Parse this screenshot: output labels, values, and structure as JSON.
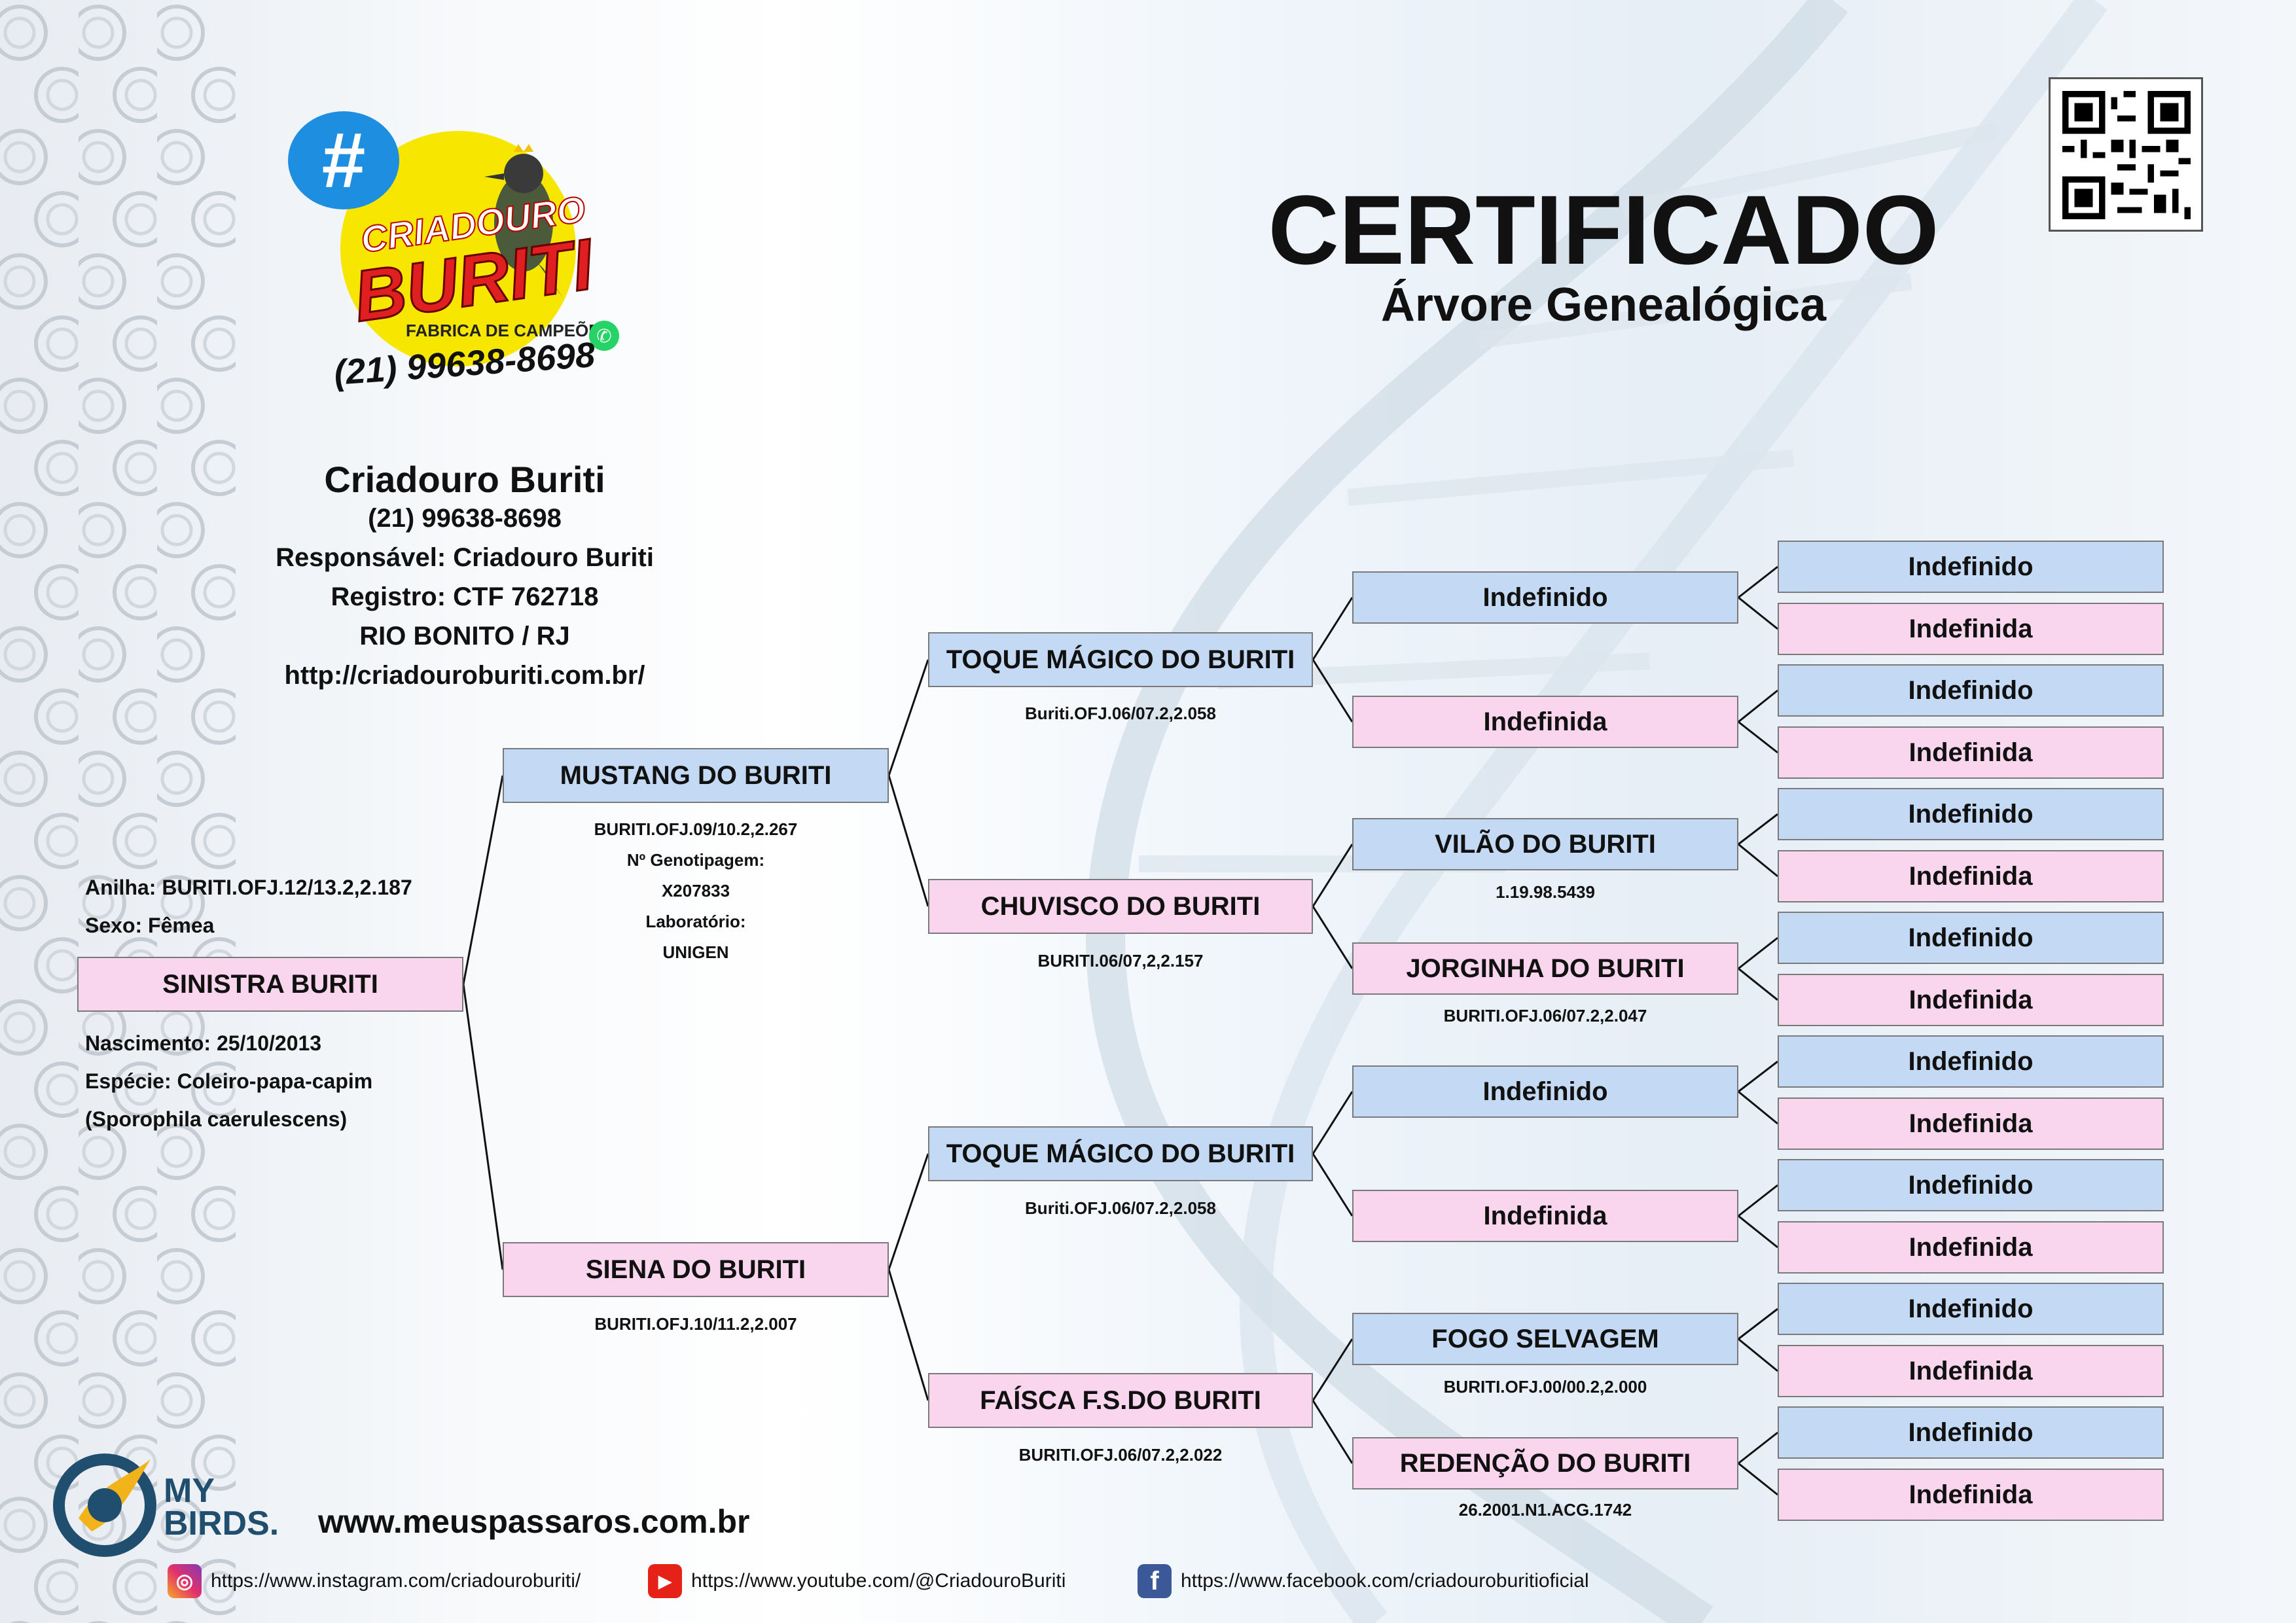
{
  "header": {
    "title": "CERTIFICADO",
    "subtitle": "Árvore Genealógica"
  },
  "logo": {
    "hashtag": "#",
    "line1": "CRIADOURO",
    "line2": "BURITI",
    "tagline": "FABRICA DE CAMPEÕES",
    "phone": "(21) 99638-8698"
  },
  "breeder": {
    "name": "Criadouro Buriti",
    "phone": "(21) 99638-8698",
    "responsible": "Responsável: Criadouro Buriti",
    "registry": "Registro: CTF 762718",
    "city": "RIO BONITO / RJ",
    "website": "http://criadouroburiti.com.br/"
  },
  "bird": {
    "ring": "Anilha: BURITI.OFJ.12/13.2,2.187",
    "sex": "Sexo: Fêmea",
    "name": "SINISTRA BURITI",
    "birth": "Nascimento: 25/10/2013",
    "species": "Espécie: Coleiro-papa-capim",
    "scientific": "(Sporophila caerulescens)"
  },
  "parents": {
    "father": {
      "name": "MUSTANG DO BURITI",
      "ring": "BURITI.OFJ.09/10.2,2.267",
      "geno_label": "Nº Genotipagem:",
      "geno": "X207833",
      "lab_label": "Laboratório:",
      "lab": "UNIGEN"
    },
    "mother": {
      "name": "SIENA DO BURITI",
      "ring": "BURITI.OFJ.10/11.2,2.007"
    }
  },
  "grandparents": [
    {
      "name": "TOQUE MÁGICO DO BURITI",
      "ring": "Buriti.OFJ.06/07.2,2.058"
    },
    {
      "name": "CHUVISCO DO BURITI",
      "ring": "BURITI.06/07,2,2.157"
    },
    {
      "name": "TOQUE MÁGICO DO BURITI",
      "ring": "Buriti.OFJ.06/07.2,2.058"
    },
    {
      "name": "FAÍSCA F.S.DO BURITI",
      "ring": "BURITI.OFJ.06/07.2,2.022"
    }
  ],
  "great_grandparents": [
    {
      "name": "Indefinido",
      "ring": ""
    },
    {
      "name": "Indefinida",
      "ring": ""
    },
    {
      "name": "VILÃO DO BURITI",
      "ring": "1.19.98.5439"
    },
    {
      "name": "JORGINHA DO BURITI",
      "ring": "BURITI.OFJ.06/07.2,2.047"
    },
    {
      "name": "Indefinido",
      "ring": ""
    },
    {
      "name": "Indefinida",
      "ring": ""
    },
    {
      "name": "FOGO SELVAGEM",
      "ring": "BURITI.OFJ.00/00.2,2.000"
    },
    {
      "name": "REDENÇÃO DO BURITI",
      "ring": "26.2001.N1.ACG.1742"
    }
  ],
  "great_great": [
    "Indefinido",
    "Indefinida",
    "Indefinido",
    "Indefinida",
    "Indefinido",
    "Indefinida",
    "Indefinido",
    "Indefinida",
    "Indefinido",
    "Indefinida",
    "Indefinido",
    "Indefinida",
    "Indefinido",
    "Indefinida",
    "Indefinido",
    "Indefinida"
  ],
  "footer": {
    "brand_top": "MY",
    "brand_bottom": "BIRDS.",
    "website": "www.meuspassaros.com.br",
    "instagram": "https://www.instagram.com/criadouroburiti/",
    "youtube": "https://www.youtube.com/@CriadouroBuriti",
    "facebook": "https://www.facebook.com/criadouroburitioficial"
  },
  "colors": {
    "male": "#c4daf4",
    "female": "#f9d6ee",
    "logo_yellow": "#f7e600",
    "logo_red": "#e02020",
    "bubble_blue": "#1e8fe0"
  }
}
